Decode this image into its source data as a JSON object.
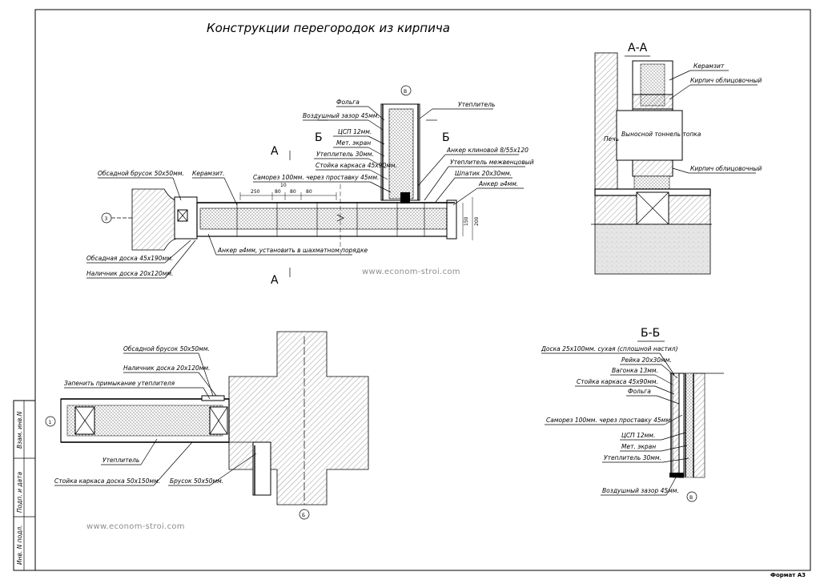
{
  "title": "Конструкции перегородок из кирпича",
  "sections": {
    "aa": "А-А",
    "bb": "Б-Б"
  },
  "watermark": "www.econom-stroi.com",
  "format_label": "Формат А3",
  "stamp": [
    "Взам. инв.N",
    "Подп. и дата",
    "Инв. N подл."
  ],
  "cut_markers": {
    "a": "А",
    "b": "Б"
  },
  "axis_markers": {
    "three": "3",
    "one": "1",
    "v": "В",
    "b": "Б"
  },
  "plan_top": {
    "left_labels": [
      "Обсадной брусок 50x50мм.",
      "Обсадная доска 45x190мм.",
      "Наличник доска 20x120мм."
    ],
    "keramzit": "Керамзит.",
    "center_labels": [
      "Фольга",
      "Воздушный зазор 45мм.",
      "ЦСП 12мм.",
      "Мет. экран",
      "Утеплитель 30мм.",
      "Стойка каркаса 45x90мм.",
      "Саморез 100мм. через проставку 45мм."
    ],
    "right_labels": [
      "Утеплитель",
      "Анкер клиновой 8/55x120",
      "Утеплитель межвенцовый",
      "Шпатик 20x30мм.",
      "Анкер ⌀4мм."
    ],
    "anchor_note": "Анкер ⌀4мм, установить в шахматном порядке",
    "dims": [
      "250",
      "10",
      "80",
      "80",
      "80",
      "150",
      "200"
    ]
  },
  "section_aa": {
    "labels": [
      "Керамзит",
      "Кирпич облицовочный",
      "Печь",
      "Выносной тоннель топка",
      "Кирпич облицовочный"
    ]
  },
  "plan_bottom": {
    "labels": [
      "Обсадной брусок 50x50мм.",
      "Наличник доска 20x120мм.",
      "Запенить примыкание утеплителя",
      "Утеплитель",
      "Стойка каркаса доска 50x150мм.",
      "Брусок 50x50мм."
    ]
  },
  "section_bb": {
    "labels": [
      "Доска 25x100мм. сухая (сплошной настил)",
      "Рейка 20x30мм.",
      "Вагонка 13мм.",
      "Стойка каркаса 45x90мм.",
      "Фольга",
      "Саморез 100мм. через проставку 45мм.",
      "ЦСП 12мм.",
      "Мет. экран",
      "Утеплитель 30мм.",
      "Воздушный зазор 45мм."
    ]
  }
}
